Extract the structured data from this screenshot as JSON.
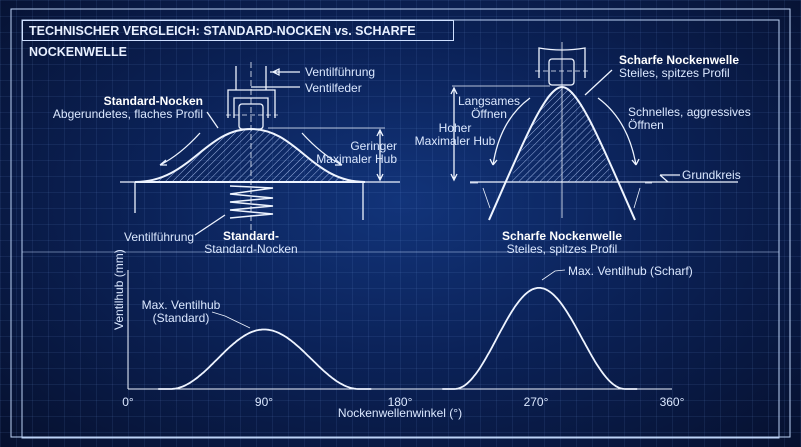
{
  "title": "TECHNISCHER VERGLEICH: STANDARD-NOCKEN vs. SCHARFE NOCKENWELLE",
  "colors": {
    "background": "#0b2258",
    "line": "#e6f0ff",
    "grid": "#5a80c8"
  },
  "standard": {
    "label_guide_top": "Ventilführung",
    "label_spring_top": "Ventilfeder",
    "name": "Standard-Nocken",
    "profile": "Abgerundetes, flaches Profil",
    "lift_line1": "Geringer",
    "lift_line2": "Maximaler Hub",
    "label_guide_bottom": "Ventilführung",
    "caption_bold": "Standard-",
    "caption": "Standard-Nocken"
  },
  "sharp": {
    "name": "Scharfe Nockenwelle",
    "profile": "Steiles, spitzes Profil",
    "slow_line1": "Langsames",
    "slow_line2": "Öffnen",
    "lift_line1": "Hoher",
    "lift_line2": "Maximaler Hub",
    "fast_line1": "Schnelles, aggressives",
    "fast_line2": "Öffnen",
    "base_circle": "Grundkreis",
    "caption_bold": "Scharfe Nockenwelle",
    "caption": "Steiles, spitzes Profil"
  },
  "chart_data": {
    "type": "line",
    "xlabel": "Nockenwellenwinkel (°)",
    "ylabel": "Ventilhub (mm)",
    "xlim": [
      0,
      360
    ],
    "xticks": [
      "0°",
      "90°",
      "180°",
      "270°",
      "360°"
    ],
    "grid": true,
    "series": [
      {
        "peak_angle": 90,
        "start_angle": 28,
        "end_angle": 153,
        "relative_peak_lift": 0.5
      },
      {
        "peak_angle": 272,
        "start_angle": 216,
        "end_angle": 329,
        "relative_peak_lift": 0.85
      }
    ],
    "annotations": [
      "Max. Ventilhub",
      "(Standard)",
      "Max. Ventilhub (Scharf)"
    ]
  }
}
